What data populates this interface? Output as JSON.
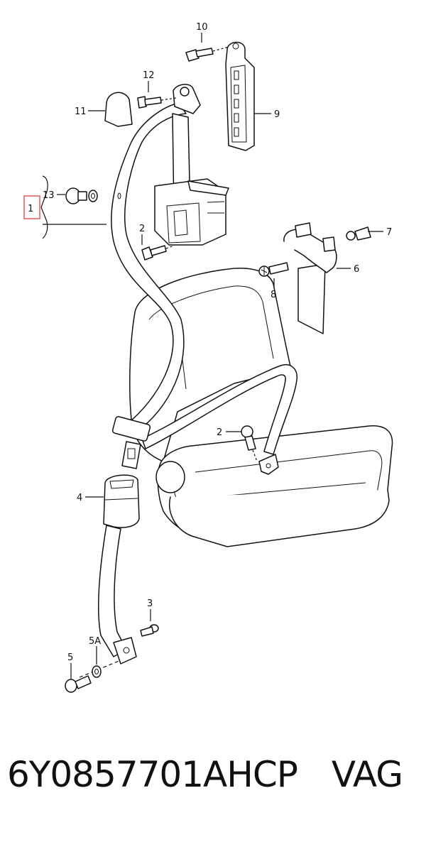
{
  "diagram": {
    "callouts": [
      "10",
      "12",
      "11",
      "9",
      "13",
      "1",
      "2",
      "7",
      "6",
      "8",
      "2",
      "4",
      "3",
      "5A",
      "5"
    ]
  },
  "footer": {
    "part_number": "6Y0857701AHCP",
    "brand": "VAG"
  },
  "colors": {
    "line": "#111111",
    "highlight_box": "#e03030"
  }
}
